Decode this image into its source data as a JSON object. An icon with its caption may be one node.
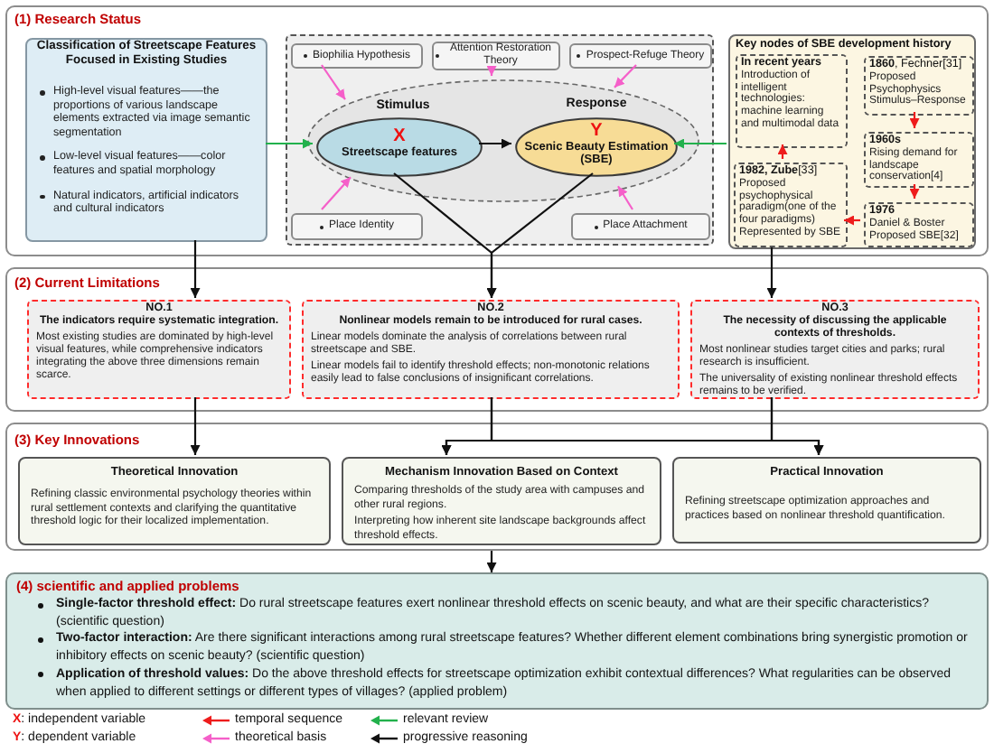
{
  "diagram": {
    "nodes": [
      {
        "text": [
          "(1) Research Status"
        ]
      },
      {
        "text": [
          "Classification of Streetscape Features Focused in Existing Studies",
          "High-level visual features——the proportions of various landscape elements extracted via image semantic segmentation",
          "Low-level visual features——color features and spatial morphology",
          "Natural indicators, artificial indicators and cultural indicators"
        ],
        "in": 0
      },
      {
        "text": [],
        "shape": "box",
        "in": 0
      },
      {
        "text": [
          "Biophilia Hypothesis"
        ],
        "in": 2
      },
      {
        "text": [
          "Attention Restoration Theory"
        ],
        "in": 2
      },
      {
        "text": [
          "Prospect-Refuge Theory"
        ],
        "in": 2
      },
      {
        "text": [],
        "shape": "ellipse",
        "in": 2
      },
      {
        "text": [
          "X",
          "Streetscape features"
        ],
        "beside": [
          "Stimulus"
        ],
        "in": 6
      },
      {
        "text": [
          "Y",
          "Scenic Beauty Estimation (SBE)"
        ],
        "beside": [
          "Response"
        ],
        "in": 6
      },
      {
        "text": [
          "Place Identity"
        ],
        "in": 2
      },
      {
        "text": [
          "Place Attachment"
        ],
        "in": 2
      },
      {
        "text": [
          "Key nodes of SBE development history"
        ],
        "in": 0
      },
      {
        "text": [
          "In recent years",
          "Introduction of intelligent technologies: machine learning and multimodal data"
        ],
        "in": 11
      },
      {
        "text": [
          "**1860**, Fechner[31]",
          "Proposed Psychophysics Stimulus–Response"
        ],
        "in": 11
      },
      {
        "text": [
          "1960s",
          "Rising demand for landscape conservation[4]"
        ],
        "in": 11
      },
      {
        "text": [
          "**1982, Zube**[33]",
          "Proposed psychophysical paradigm(one of the four paradigms) Represented by SBE"
        ],
        "in": 11
      },
      {
        "text": [
          "1976",
          "Daniel & Boster Proposed SBE[32]"
        ],
        "in": 11
      },
      {
        "text": [
          "(2) Current Limitations"
        ]
      },
      {
        "text": [
          "NO.1",
          "The indicators require systematic integration.",
          "Most existing studies are dominated by high-level visual features, while comprehensive indicators integrating the above three dimensions remain scarce."
        ],
        "in": 17
      },
      {
        "text": [
          "NO.2",
          "Nonlinear models remain to be introduced for rural cases.",
          "Linear models dominate the analysis of correlations between rural streetscape and SBE.",
          "Linear models fail to identify threshold effects; non-monotonic relations easily lead to false conclusions of insignificant correlations."
        ],
        "in": 17
      },
      {
        "text": [
          "NO.3",
          "The necessity of discussing the applicable contexts of thresholds.",
          "Most nonlinear studies target cities and parks; rural research is insufficient.",
          "The universality of existing nonlinear threshold effects remains to be verified."
        ],
        "in": 17
      },
      {
        "text": [
          "(3) Key Innovations"
        ]
      },
      {
        "text": [
          "Theoretical Innovation",
          "Refining classic environmental psychology theories within rural settlement contexts and clarifying the quantitative threshold logic for their localized implementation."
        ],
        "in": 21
      },
      {
        "text": [
          "Mechanism Innovation Based on Context",
          "Comparing thresholds of the study area with campuses and other rural regions.",
          "Interpreting how inherent site landscape backgrounds affect threshold effects."
        ],
        "in": 21
      },
      {
        "text": [
          "Practical Innovation",
          "Refining streetscape optimization approaches and practices based on nonlinear threshold quantification."
        ],
        "in": 21
      },
      {
        "text": [
          "(4) scientific and applied problems",
          "**Single-factor threshold effect:** Do rural streetscape features exert nonlinear threshold effects on scenic beauty, and what are their specific characteristics? (scientific question)",
          "**Two-factor interaction:** Are there significant interactions among rural streetscape features? Whether different element combinations bring synergistic promotion or inhibitory effects on scenic beauty? (scientific question)",
          "**Application of threshold values:** Do the above threshold effects for streetscape optimization exhibit contextual differences? What regularities can be observed when applied to different settings or different types of villages? (applied problem)"
        ]
      }
    ],
    "edges": [
      {
        "from": 1,
        "to": 7,
        "arrow": "to",
        "color": "#22b14c"
      },
      {
        "from": 11,
        "to": 8,
        "arrow": "to",
        "color": "#22b14c"
      },
      {
        "from": 7,
        "to": 8,
        "arrow": "to"
      },
      {
        "from": 3,
        "to": 6,
        "arrow": "to",
        "color": "#f55fc9"
      },
      {
        "from": 4,
        "to": 6,
        "arrow": "to",
        "color": "#f55fc9"
      },
      {
        "from": 5,
        "to": 6,
        "arrow": "to",
        "color": "#f55fc9"
      },
      {
        "from": 9,
        "to": 6,
        "arrow": "to",
        "color": "#f55fc9"
      },
      {
        "from": 10,
        "to": 6,
        "arrow": "to",
        "color": "#f55fc9"
      },
      {
        "from": 13,
        "to": 14,
        "arrow": "to",
        "color": "#ee1c1c"
      },
      {
        "from": 14,
        "to": 16,
        "arrow": "to",
        "color": "#ee1c1c"
      },
      {
        "from": 16,
        "to": 15,
        "arrow": "to",
        "color": "#ee1c1c"
      },
      {
        "from": 15,
        "to": 12,
        "arrow": "to",
        "color": "#ee1c1c"
      },
      {
        "from": 1,
        "to": 18,
        "arrow": "to"
      },
      {
        "from": 7,
        "to": 19,
        "arrow": "to"
      },
      {
        "from": 8,
        "to": 19,
        "arrow": "to"
      },
      {
        "from": 11,
        "to": 20,
        "arrow": "to"
      },
      {
        "from": 18,
        "to": 22,
        "arrow": "to"
      },
      {
        "from": 19,
        "to": 23,
        "arrow": "to"
      },
      {
        "from": 19,
        "to": 24,
        "arrow": "to"
      },
      {
        "from": 20,
        "to": 23,
        "arrow": "to"
      },
      {
        "from": 20,
        "to": 24,
        "arrow": "to"
      },
      {
        "from": 21,
        "to": 25,
        "arrow": "to"
      }
    ],
    "legend": [
      {
        "text": "X: independent variable"
      },
      {
        "text": "temporal sequence"
      },
      {
        "text": "relevant review"
      },
      {
        "text": "Y: dependent variable"
      },
      {
        "text": "theoretical basis"
      },
      {
        "text": "progressive reasoning"
      }
    ]
  }
}
